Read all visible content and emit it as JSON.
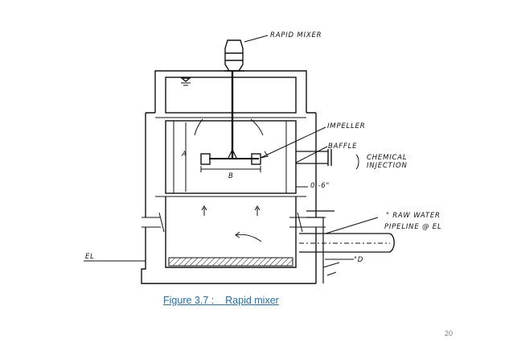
{
  "labels": {
    "rapid_mixer": "RAPID MIXER",
    "impeller": "IMPELLER",
    "baffle": "BAFFLE",
    "chemical": "CHEMICAL",
    "injection": "INJECTION",
    "dim_a": "A",
    "dim_b": "B",
    "dim_06": "0'-6\"",
    "raw_water": "\" RAW WATER",
    "pipeline_el": "PIPELINE @ EL",
    "el": "EL",
    "dim_d": "\"D"
  },
  "caption": {
    "prefix": "Figure 3.7 :",
    "title": "Rapid mixer"
  },
  "page_number": "20"
}
